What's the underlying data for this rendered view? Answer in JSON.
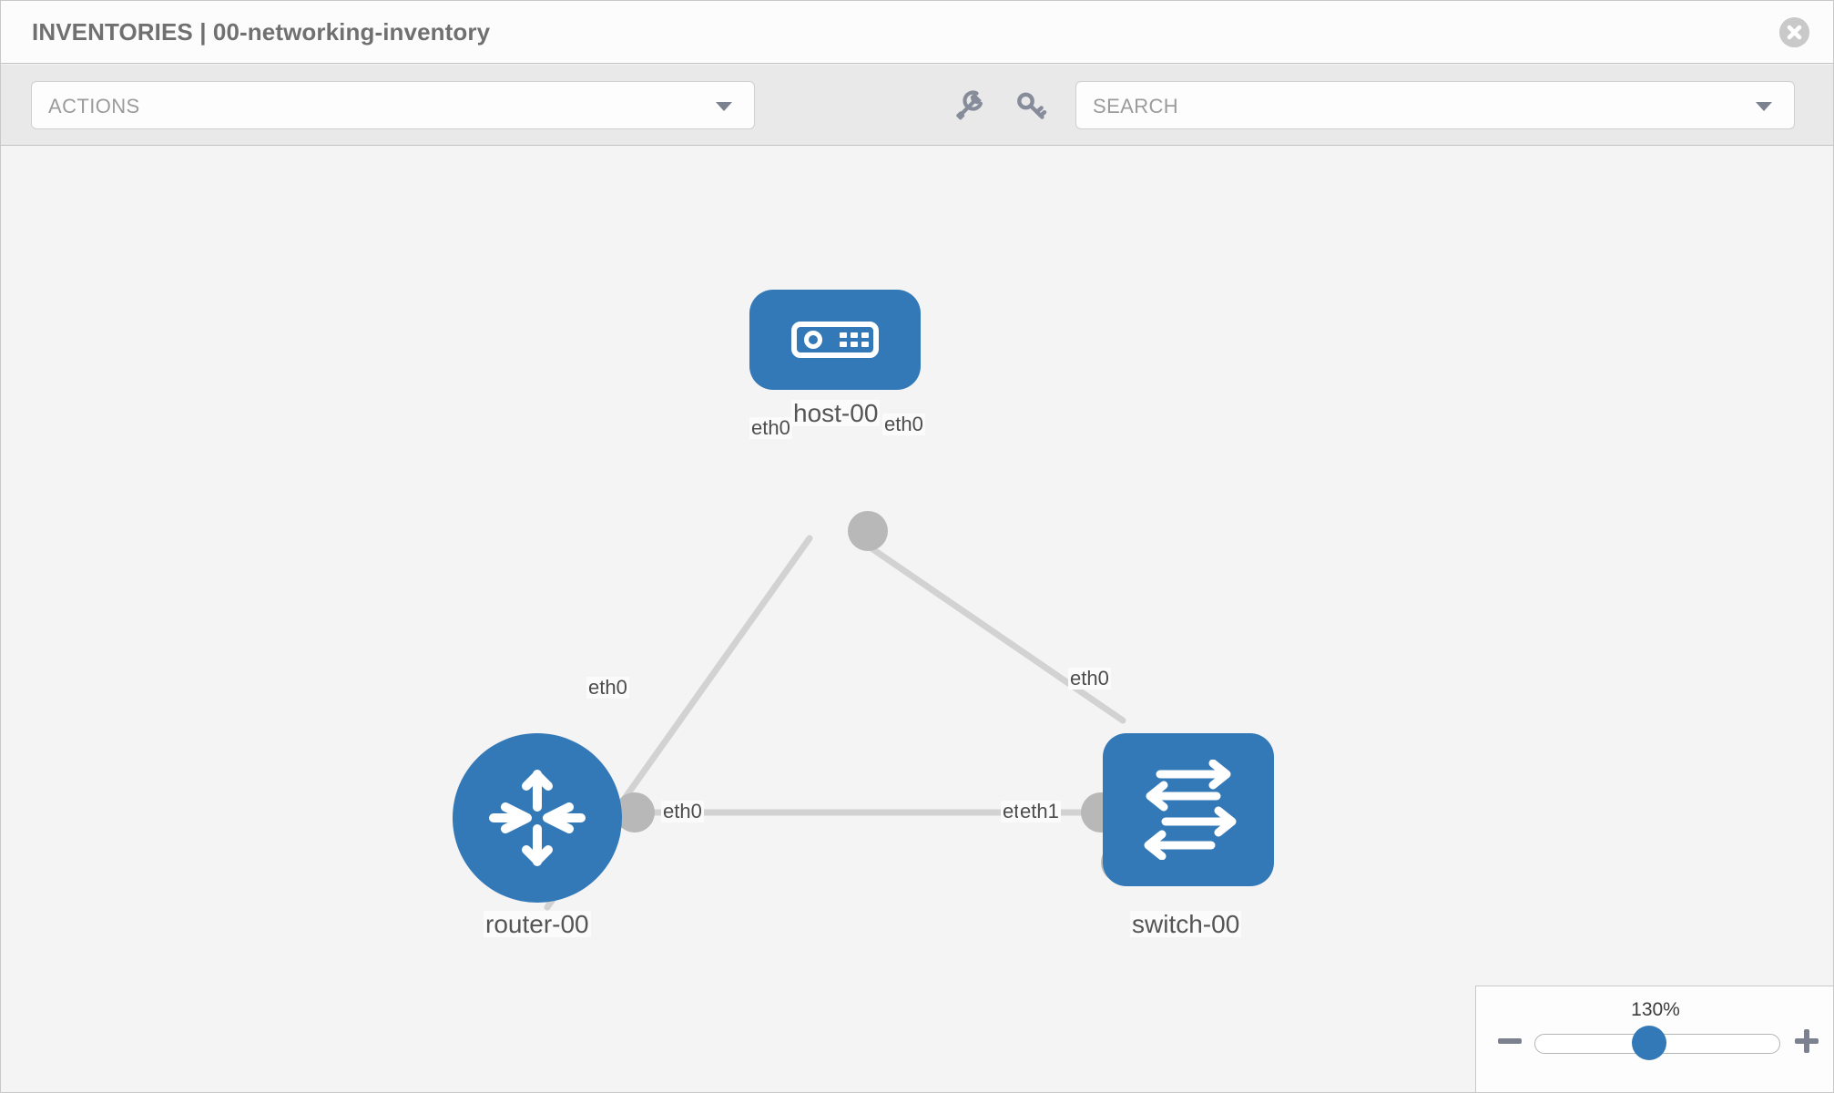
{
  "header": {
    "title": "INVENTORIES | 00-networking-inventory",
    "close_icon": "close-circle-icon"
  },
  "toolbar": {
    "actions_label": "ACTIONS",
    "actions_caret_icon": "chevron-down-icon",
    "wrench_icon": "wrench-icon",
    "key_icon": "key-icon",
    "search_placeholder": "SEARCH",
    "search_value": "",
    "search_caret_icon": "chevron-down-icon"
  },
  "topology": {
    "nodes": [
      {
        "id": "host-00",
        "label": "host-00",
        "type": "host",
        "icon": "server-device-icon"
      },
      {
        "id": "router-00",
        "label": "router-00",
        "type": "router",
        "icon": "router-arrows-icon"
      },
      {
        "id": "switch-00",
        "label": "switch-00",
        "type": "switch",
        "icon": "switch-arrows-icon"
      }
    ],
    "links": [
      {
        "from": "host-00",
        "from_interface": "eth0",
        "to": "router-00",
        "to_interface": "eth0"
      },
      {
        "from": "host-00",
        "from_interface": "eth0",
        "to": "switch-00",
        "to_interface": "eth0"
      },
      {
        "from": "router-00",
        "from_interface": "eth0",
        "to": "switch-00",
        "to_interface": "eth1"
      }
    ],
    "interface_labels": {
      "host_left": "eth0",
      "host_right": "eth0",
      "router_upper": "eth0",
      "switch_upper": "eth0",
      "router_right": "eth0",
      "switch_left_under": "eth0",
      "switch_left": "eth1"
    }
  },
  "zoom_control": {
    "level": "130%",
    "minus_label": "−",
    "plus_label": "+",
    "minus_icon": "minus-icon",
    "plus_icon": "plus-icon"
  },
  "colors": {
    "node_blue": "#3479b7",
    "link_grey": "#d2d2d2",
    "endpoint_grey": "#b8b8b8",
    "canvas_bg": "#f4f4f4",
    "toolbar_bg": "#e9e9e9"
  }
}
